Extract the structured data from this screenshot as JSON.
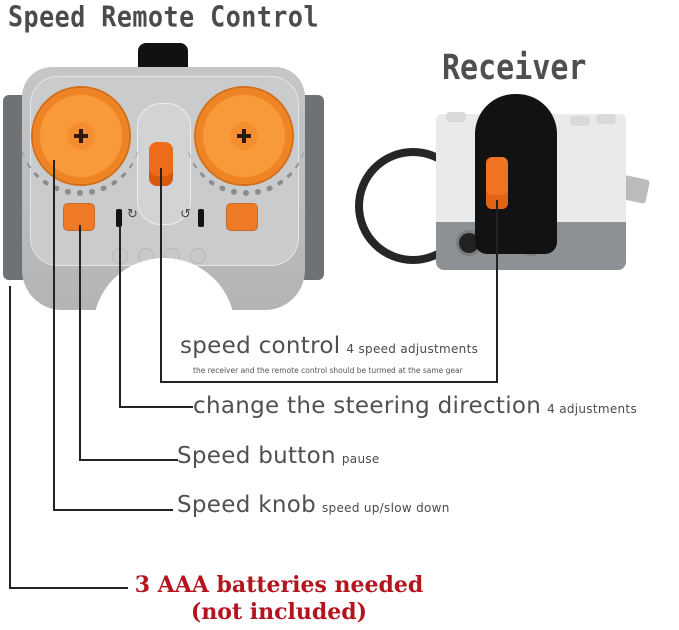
{
  "titles": {
    "remote": "Speed Remote Control",
    "receiver": "Receiver"
  },
  "callouts": [
    {
      "id": "speed-control",
      "label": "speed control",
      "detail": "4 speed adjustments",
      "note": "the receiver and the remote control should be turmed at the same gear"
    },
    {
      "id": "steering",
      "label": "change the steering direction",
      "detail": "4 adjustments"
    },
    {
      "id": "speed-button",
      "label": "Speed button",
      "detail": "pause"
    },
    {
      "id": "speed-knob",
      "label": "Speed knob",
      "detail": "speed up/slow down"
    }
  ],
  "battery_notice": {
    "line1": "3 AAA batteries needed",
    "line2": "(not included)",
    "color": "#b3141e"
  },
  "remote": {
    "direction_marks": [
      "↻",
      "↺"
    ],
    "colors": {
      "body": "#c4c6c8",
      "knob": "#f99a3a",
      "button": "#ef7a26",
      "antenna": "#111111"
    }
  },
  "receiver": {
    "colors": {
      "body": "#e9eaeb",
      "base": "#8e9193",
      "hood": "#121212",
      "lever": "#ef7320"
    }
  }
}
